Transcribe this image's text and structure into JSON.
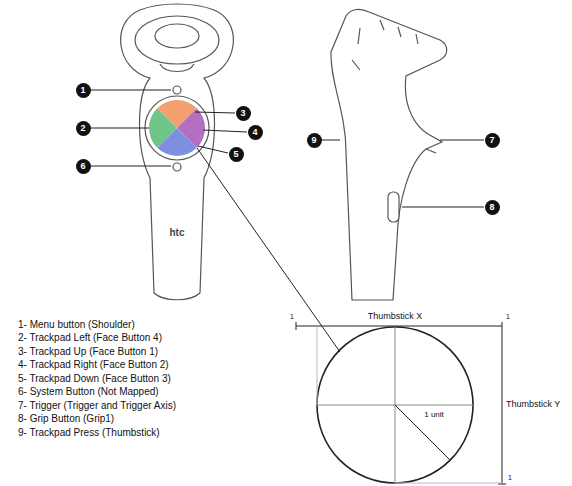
{
  "diagram": {
    "labels": [
      "1",
      "2",
      "3",
      "4",
      "5",
      "6",
      "9",
      "7",
      "8",
      "htc",
      "1- Menu button (Shoulder)",
      "2- Trackpad Left (Face Button 4)",
      "3- Trackpad Up (Face Button 1)",
      "4- Trackpad Right (Face Button 2)",
      "5- Trackpad Down (Face Button 3)",
      "6- System Button (Not Mapped)",
      "7- Trigger (Trigger and Trigger Axis)",
      "8- Grip Button (Grip1)",
      "9- Trackpad Press (Thumbstick)",
      "Thumbstick X",
      "1",
      "1",
      "Thumbstick Y",
      "1 unit",
      "1"
    ]
  }
}
